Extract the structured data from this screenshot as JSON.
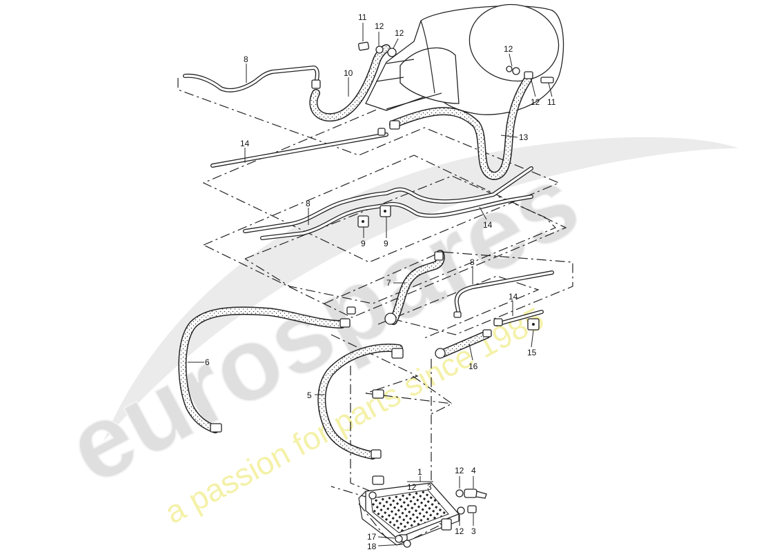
{
  "colors": {
    "line": "#222222",
    "watermark_gray": "#d9d9d9",
    "watermark_yellow": "#f3f0a0",
    "hose_fill": "#e9e9e9"
  },
  "watermark": {
    "brand": "eurospares",
    "tagline": "a passion for parts since 1985"
  },
  "part_labels": [
    {
      "id": "l11a",
      "text": "11"
    },
    {
      "id": "l12a",
      "text": "12"
    },
    {
      "id": "l12b",
      "text": "12"
    },
    {
      "id": "l8a",
      "text": "8"
    },
    {
      "id": "l10",
      "text": "10"
    },
    {
      "id": "l12c",
      "text": "12"
    },
    {
      "id": "l12d",
      "text": "12"
    },
    {
      "id": "l11b",
      "text": "11"
    },
    {
      "id": "l13",
      "text": "13"
    },
    {
      "id": "l14a",
      "text": "14"
    },
    {
      "id": "l8b",
      "text": "8"
    },
    {
      "id": "l14b",
      "text": "14"
    },
    {
      "id": "l9a",
      "text": "9"
    },
    {
      "id": "l9b",
      "text": "9"
    },
    {
      "id": "l8c",
      "text": "8"
    },
    {
      "id": "l7",
      "text": "7"
    },
    {
      "id": "l14c",
      "text": "14"
    },
    {
      "id": "l6",
      "text": "6"
    },
    {
      "id": "l16",
      "text": "16"
    },
    {
      "id": "l15",
      "text": "15"
    },
    {
      "id": "l5",
      "text": "5"
    },
    {
      "id": "l1",
      "text": "1"
    },
    {
      "id": "l12e",
      "text": "12"
    },
    {
      "id": "l3a",
      "text": "3"
    },
    {
      "id": "l12f",
      "text": "12"
    },
    {
      "id": "l4",
      "text": "4"
    },
    {
      "id": "l3b",
      "text": "3"
    },
    {
      "id": "l17",
      "text": "17"
    },
    {
      "id": "l18",
      "text": "18"
    }
  ]
}
